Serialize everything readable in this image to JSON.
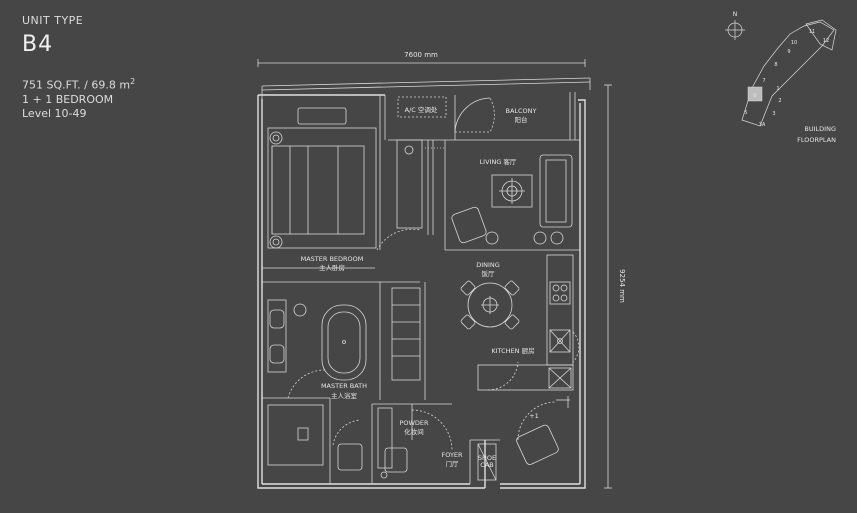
{
  "unit": {
    "label": "UNIT TYPE",
    "type": "B4",
    "area_prefix": "751 SQ.FT. / 69.8 m",
    "area_sup": "2",
    "bedrooms": "1 + 1 BEDROOM",
    "levels": "Level 10-49"
  },
  "dimensions": {
    "width": "7600 mm",
    "depth": "9254 mm"
  },
  "rooms": {
    "ac": "A/C 空调处",
    "balcony_en": "BALCONY",
    "balcony_cn": "阳台",
    "living": "LIVING 客厅",
    "master_bedroom_en": "MASTER BEDROOM",
    "master_bedroom_cn": "主人卧房",
    "dining_en": "DINING",
    "dining_cn": "饭厅",
    "kitchen": "KITCHEN 厨房",
    "master_bath_en": "MASTER BATH",
    "master_bath_cn": "主人浴室",
    "powder_en": "POWDER",
    "powder_cn": "化妆间",
    "foyer_en": "FOYER",
    "foyer_cn": "门厅",
    "shoe_cab_1": "SHOE",
    "shoe_cab_2": "CAB",
    "plus_one": "+1"
  },
  "key_plan": {
    "north": "N",
    "caption_1": "BUILDING",
    "caption_2": "FLOORPLAN",
    "units": [
      "1",
      "2",
      "3",
      "3A",
      "5",
      "6",
      "7",
      "8",
      "9",
      "10",
      "11",
      "12"
    ],
    "highlighted_unit": "6"
  },
  "colors": {
    "background": "#464646",
    "line": "#d8d8d8",
    "wall": "#e0e0e0",
    "highlight": "#bdbdbd"
  }
}
